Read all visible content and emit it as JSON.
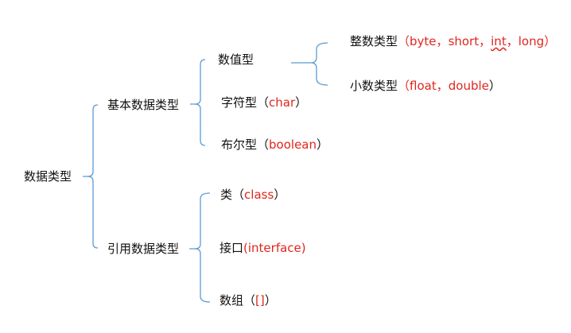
{
  "diagram": {
    "root": "数据类型",
    "primitive": {
      "label": "基本数据类型",
      "numeric": {
        "label": "数值型",
        "integer": {
          "label": "整数类型",
          "open": "（",
          "t1": "byte",
          "sep1": "，",
          "t2": "short",
          "sep2": "，",
          "t3": "int",
          "sep3": "，",
          "t4": "long",
          "close": "）"
        },
        "decimal": {
          "label": "小数类型",
          "open": "（",
          "t1": "float",
          "sep1": "，",
          "t2": "double",
          "close": "）"
        }
      },
      "character": {
        "label": "字符型",
        "open": "（",
        "t1": "char",
        "close": "）"
      },
      "boolean": {
        "label": "布尔型",
        "open": "（",
        "t1": "boolean",
        "close": "）"
      }
    },
    "reference": {
      "label": "引用数据类型",
      "class_type": {
        "label": "类",
        "open": "（",
        "t1": "class",
        "close": "）"
      },
      "interface_type": {
        "label": "接口",
        "t1": "(interface)"
      },
      "array_type": {
        "label": "数组",
        "open": "（",
        "t1": "[]",
        "close": "）"
      }
    },
    "colors": {
      "connector": "#5b9bd5",
      "keyword": "#e0261d",
      "text": "#111111"
    }
  }
}
